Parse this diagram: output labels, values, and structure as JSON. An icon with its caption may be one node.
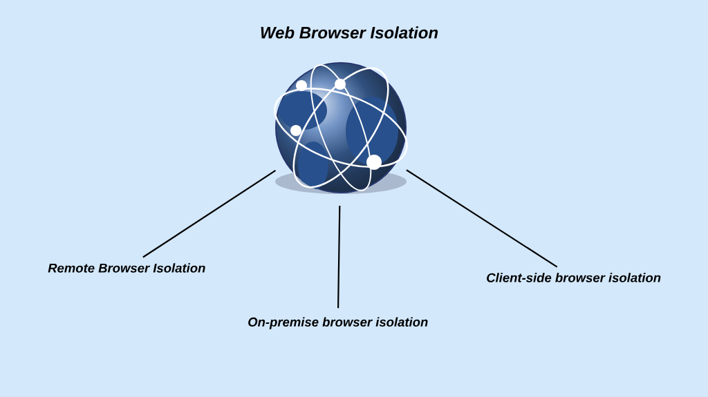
{
  "diagram": {
    "title": "Web Browser Isolation",
    "nodes": [
      {
        "text": [],
        "shape": "picture"
      },
      {
        "text": [
          "Remote Browser Isolation"
        ]
      },
      {
        "text": [
          "On-premise browser isolation"
        ]
      },
      {
        "text": [
          "Client-side browser isolation"
        ]
      }
    ],
    "edges": [
      {
        "from": 0,
        "to": 1,
        "arrow": "none"
      },
      {
        "from": 0,
        "to": 2,
        "arrow": "none"
      },
      {
        "from": 0,
        "to": 3,
        "arrow": "none"
      }
    ]
  }
}
